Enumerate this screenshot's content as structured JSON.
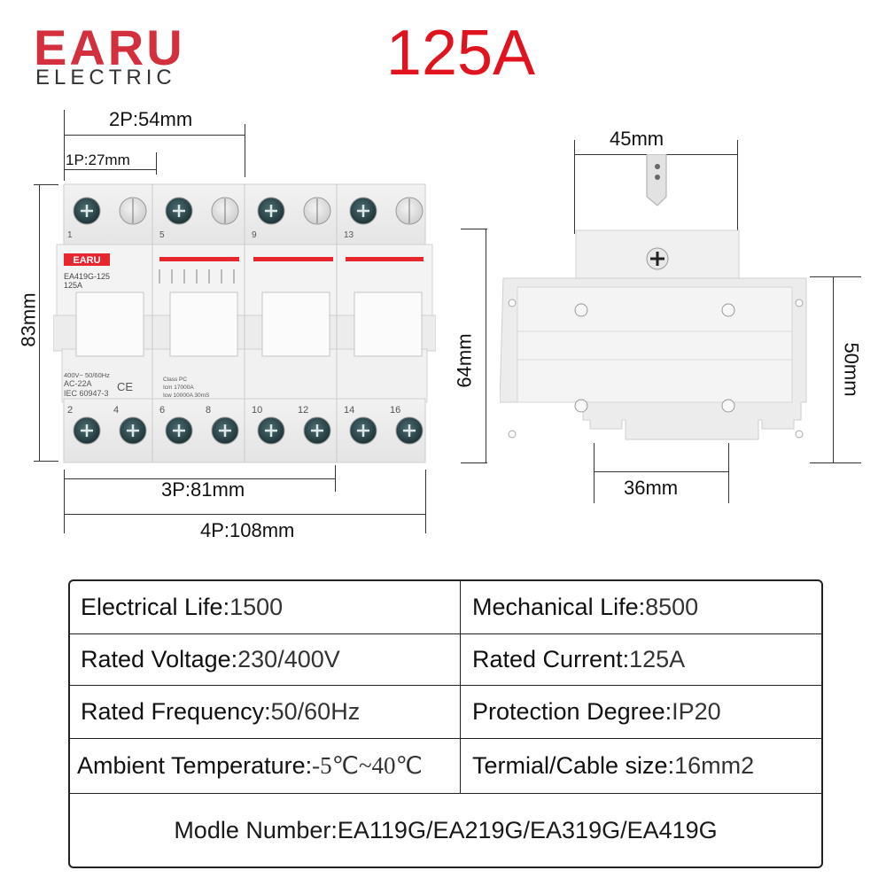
{
  "logo": {
    "name": "EARU",
    "sub": "ELECTRIC"
  },
  "title": "125A",
  "front_view": {
    "dims": {
      "p1": "1P:27mm",
      "p2": "2P:54mm",
      "p3": "3P:81mm",
      "p4": "4P:108mm",
      "height": "83mm"
    },
    "brand_label": "EARU",
    "model_label": "EA419G-125",
    "current_label": "125A",
    "top_terminal_numbers": [
      "1",
      "5",
      "9",
      "13"
    ],
    "bottom_terminal_numbers": [
      "2",
      "4",
      "6",
      "8",
      "10",
      "12",
      "14",
      "16"
    ],
    "spec_print_1": [
      "400V~ 50/60Hz",
      "AC-22A",
      "IEC 60947-3"
    ],
    "ce_mark": "CE",
    "spec_print_2": [
      "Class PC",
      "Icm 17000A",
      "Icw 10000A  30mS"
    ],
    "accent_red": "#e8262e"
  },
  "side_view": {
    "dims": {
      "width_top": "45mm",
      "width_bottom": "36mm",
      "height_left": "64mm",
      "height_right": "50mm"
    }
  },
  "specs": {
    "rows": [
      {
        "left_key": "Electrical Life:",
        "left_val": "1500",
        "right_key": "Mechanical Life:",
        "right_val": "8500"
      },
      {
        "left_key": "Rated Voltage:",
        "left_val": "230/400V",
        "right_key": "Rated Current:",
        "right_val": "125A"
      },
      {
        "left_key": "Rated Frequency:",
        "left_val": "50/60Hz",
        "right_key": "Protection Degree:",
        "right_val": "IP20"
      },
      {
        "left_key": "Ambient Temperature:",
        "left_val": "-5℃~40℃",
        "right_key": "Termial/Cable size:",
        "right_val": "16mm2"
      }
    ],
    "model_key": "Modle Number:",
    "model_val": "EA119G/EA219G/EA319G/EA419G"
  }
}
